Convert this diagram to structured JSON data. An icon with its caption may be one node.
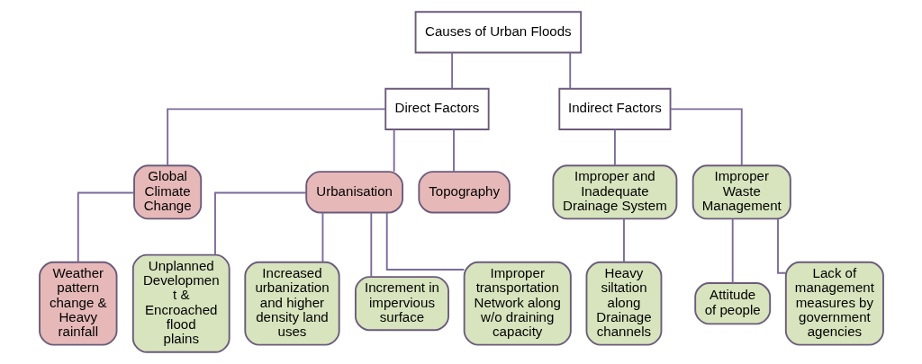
{
  "diagram": {
    "nodes": [
      {
        "text": [
          "Causes of Urban Floods"
        ]
      },
      {
        "text": [
          "Direct Factors"
        ]
      },
      {
        "text": [
          "Indirect Factors"
        ]
      },
      {
        "text": [
          "Global Climate Change"
        ]
      },
      {
        "text": [
          "Urbanisation"
        ]
      },
      {
        "text": [
          "Topography"
        ]
      },
      {
        "text": [
          "Improper and Inadequate Drainage System"
        ]
      },
      {
        "text": [
          "Improper Waste Management"
        ]
      },
      {
        "text": [
          "Weather pattern change & Heavy rainfall"
        ]
      },
      {
        "text": [
          "Unplanned Developmen t & Encroached flood plains"
        ]
      },
      {
        "text": [
          "Increased urbanization and higher density land uses"
        ]
      },
      {
        "text": [
          "Increment in impervious surface"
        ]
      },
      {
        "text": [
          "Improper transportation Network along w/o draining capacity"
        ]
      },
      {
        "text": [
          "Heavy siltation along Drainage channels"
        ]
      },
      {
        "text": [
          "Attitude of people"
        ]
      },
      {
        "text": [
          "Lack of management measures by government agencies"
        ]
      }
    ],
    "edges": [
      {
        "from": 0,
        "to": 1,
        "arrow": "none"
      },
      {
        "from": 0,
        "to": 2,
        "arrow": "none"
      },
      {
        "from": 1,
        "to": 3,
        "arrow": "none"
      },
      {
        "from": 1,
        "to": 4,
        "arrow": "none"
      },
      {
        "from": 1,
        "to": 5,
        "arrow": "none"
      },
      {
        "from": 2,
        "to": 6,
        "arrow": "none"
      },
      {
        "from": 2,
        "to": 7,
        "arrow": "none"
      },
      {
        "from": 3,
        "to": 8,
        "arrow": "none"
      },
      {
        "from": 4,
        "to": 9,
        "arrow": "none"
      },
      {
        "from": 4,
        "to": 10,
        "arrow": "none"
      },
      {
        "from": 4,
        "to": 11,
        "arrow": "none"
      },
      {
        "from": 4,
        "to": 12,
        "arrow": "none"
      },
      {
        "from": 6,
        "to": 13,
        "arrow": "none"
      },
      {
        "from": 7,
        "to": 14,
        "arrow": "none"
      },
      {
        "from": 7,
        "to": 15,
        "arrow": "none"
      }
    ]
  }
}
